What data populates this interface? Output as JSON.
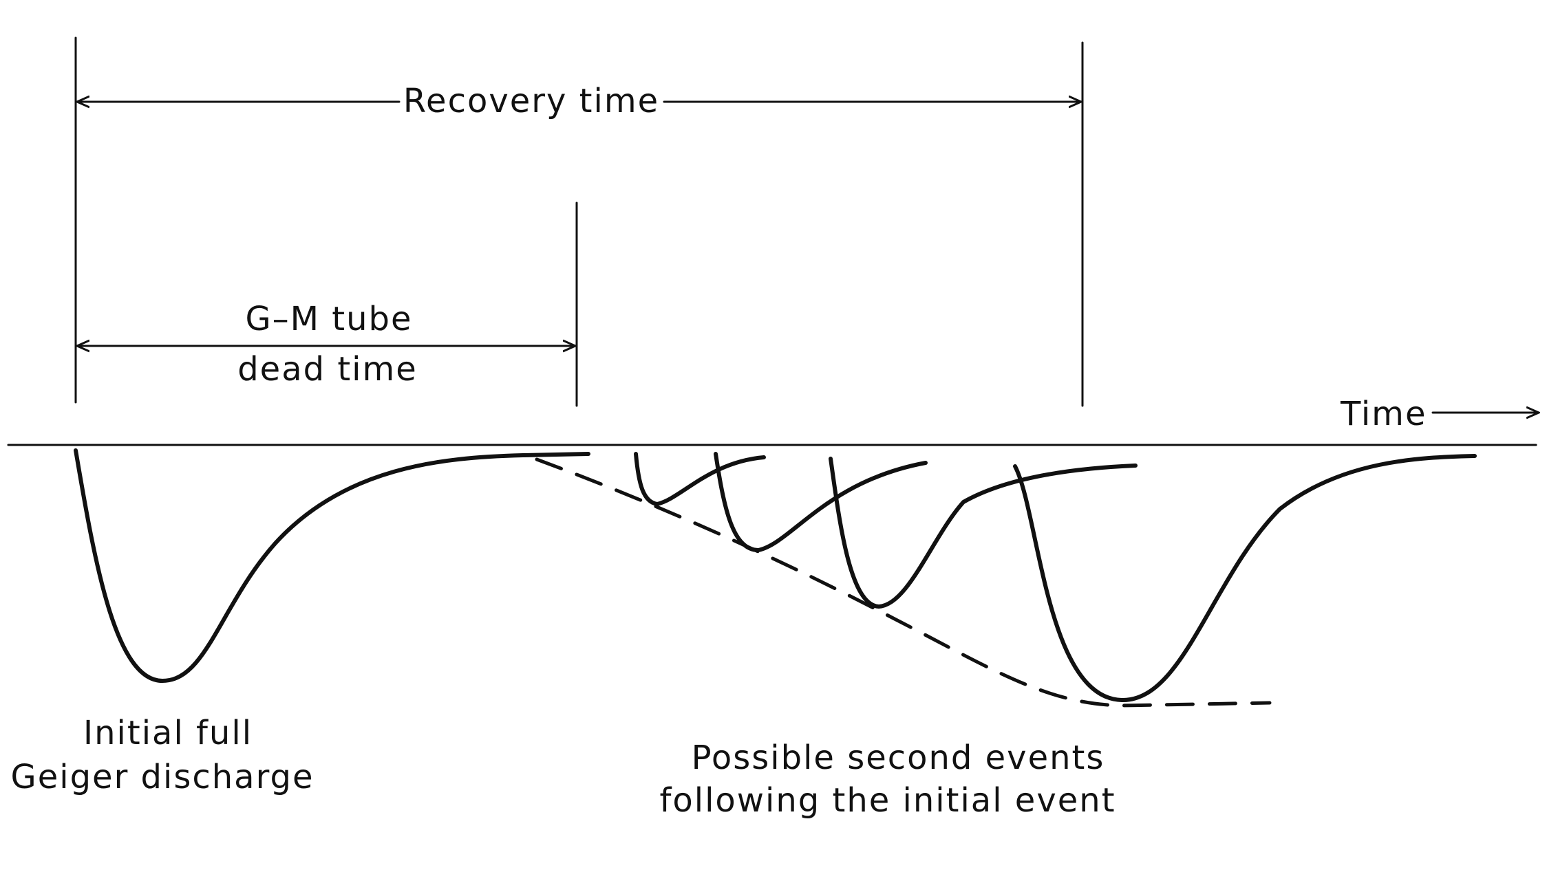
{
  "diagram": {
    "labels": {
      "recovery_time": "Recovery time",
      "dead_time_line1": "G–M tube",
      "dead_time_line2": "dead time",
      "time_axis": "Time",
      "initial_line1": "Initial full",
      "initial_line2": "Geiger discharge",
      "second_line1": "Possible second events",
      "second_line2": "following the initial event"
    },
    "colors": {
      "ink": "#111111",
      "background": "#ffffff"
    }
  }
}
